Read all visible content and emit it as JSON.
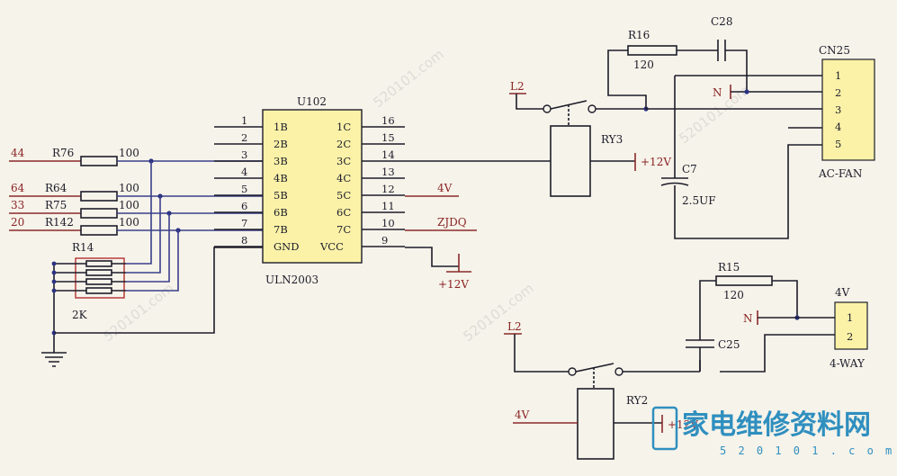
{
  "ic": {
    "ref": "U102",
    "part": "ULN2003",
    "left_pins": [
      {
        "num": "1",
        "name": "1B"
      },
      {
        "num": "2",
        "name": "2B"
      },
      {
        "num": "3",
        "name": "3B"
      },
      {
        "num": "4",
        "name": "4B"
      },
      {
        "num": "5",
        "name": "5B"
      },
      {
        "num": "6",
        "name": "6B"
      },
      {
        "num": "7",
        "name": "7B"
      },
      {
        "num": "8",
        "name": "GND"
      }
    ],
    "right_pins": [
      {
        "num": "16",
        "name": "1C"
      },
      {
        "num": "15",
        "name": "2C"
      },
      {
        "num": "14",
        "name": "3C"
      },
      {
        "num": "13",
        "name": "4C"
      },
      {
        "num": "12",
        "name": "5C"
      },
      {
        "num": "11",
        "name": "6C"
      },
      {
        "num": "10",
        "name": "7C"
      },
      {
        "num": "9",
        "name": "VCC"
      }
    ]
  },
  "inputs": [
    {
      "net": "44",
      "ref": "R76",
      "value": "100"
    },
    {
      "net": "64",
      "ref": "R64",
      "value": "100"
    },
    {
      "net": "33",
      "ref": "R75",
      "value": "100"
    },
    {
      "net": "20",
      "ref": "R142",
      "value": "100"
    }
  ],
  "rnet": {
    "ref": "R14",
    "value": "2K"
  },
  "outputs": {
    "pin12": "4V",
    "pin10": "ZJDQ",
    "vcc": "+12V"
  },
  "relay_top": {
    "ref": "RY3",
    "supply": "+12V",
    "line": "L2",
    "neutral": "N",
    "r16_ref": "R16",
    "r16_value": "120",
    "c28_ref": "C28",
    "c7_ref": "C7",
    "c7_value": "2.5UF"
  },
  "cn25": {
    "ref": "CN25",
    "pins": [
      "1",
      "2",
      "3",
      "4",
      "5"
    ],
    "label": "AC-FAN"
  },
  "relay_bottom": {
    "ref": "RY2",
    "supply": "+12V",
    "line": "L2",
    "neutral": "N",
    "drive": "4V",
    "r15_ref": "R15",
    "r15_value": "120",
    "c25_ref": "C25"
  },
  "conn4way": {
    "ref": "4V",
    "pins": [
      "1",
      "2"
    ],
    "label": "4-WAY"
  },
  "watermark": {
    "brand": "家电维修资料网",
    "url": "520101.com",
    "site": "5 2 0 1 0 1 . c o m"
  }
}
